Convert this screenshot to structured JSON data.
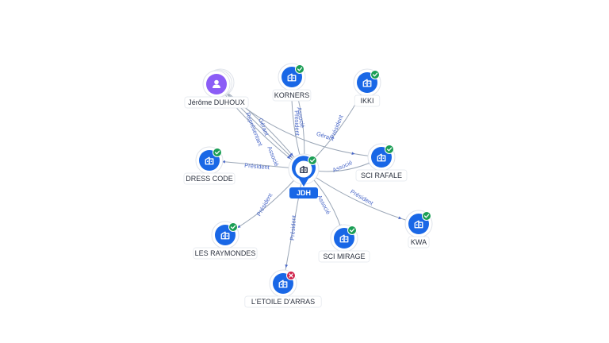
{
  "center": {
    "id": "jdh",
    "label": "JDH",
    "icon": "building-icon",
    "status": "active"
  },
  "nodes": [
    {
      "id": "jerome",
      "label": "Jérôme DUHOUX",
      "type": "person",
      "icon": "person-icon",
      "status": "none"
    },
    {
      "id": "korners",
      "label": "KORNERS",
      "type": "company",
      "icon": "building-icon",
      "status": "active"
    },
    {
      "id": "ikki",
      "label": "IKKI",
      "type": "company",
      "icon": "building-icon",
      "status": "active"
    },
    {
      "id": "scirafale",
      "label": "SCI RAFALE",
      "type": "company",
      "icon": "building-icon",
      "status": "active"
    },
    {
      "id": "dresscode",
      "label": "DRESS CODE",
      "type": "company",
      "icon": "building-icon",
      "status": "active"
    },
    {
      "id": "kwa",
      "label": "KWA",
      "type": "company",
      "icon": "building-icon",
      "status": "active"
    },
    {
      "id": "lesraymondes",
      "label": "LES RAYMONDES",
      "type": "company",
      "icon": "building-icon",
      "status": "active"
    },
    {
      "id": "scimirage",
      "label": "SCI MIRAGE",
      "type": "company",
      "icon": "building-icon",
      "status": "active"
    },
    {
      "id": "letoile",
      "label": "L'ETOILE D'ARRAS",
      "type": "company",
      "icon": "building-icon",
      "status": "closed"
    }
  ],
  "edges": [
    {
      "id": "e1",
      "source": "jerome",
      "target": "jdh",
      "label": "Gérant"
    },
    {
      "id": "e2",
      "source": "jerome",
      "target": "jdh",
      "label": "Représentant"
    },
    {
      "id": "e3",
      "source": "jerome",
      "target": "jdh",
      "label": "Associé"
    },
    {
      "id": "e4",
      "source": "jerome",
      "target": "scirafale",
      "label": "Gérant"
    },
    {
      "id": "e5",
      "source": "jdh",
      "target": "korners",
      "label": "Président"
    },
    {
      "id": "e6",
      "source": "jdh",
      "target": "korners",
      "label": "Associé"
    },
    {
      "id": "e7",
      "source": "jdh",
      "target": "ikki",
      "label": "Président"
    },
    {
      "id": "e8",
      "source": "jdh",
      "target": "scirafale",
      "label": "Associé"
    },
    {
      "id": "e9",
      "source": "jdh",
      "target": "dresscode",
      "label": "Président"
    },
    {
      "id": "e10",
      "source": "jdh",
      "target": "kwa",
      "label": "Président"
    },
    {
      "id": "e11",
      "source": "jdh",
      "target": "lesraymondes",
      "label": "Président"
    },
    {
      "id": "e12",
      "source": "jdh",
      "target": "scimirage",
      "label": "Associé"
    },
    {
      "id": "e13",
      "source": "jdh",
      "target": "letoile",
      "label": "Président"
    }
  ],
  "colors": {
    "company_node": "#1967e6",
    "person_node": "#8b5cf6",
    "status_active": "#1b9e55",
    "status_closed": "#d0244b",
    "edge_line": "#9aa6b6",
    "edge_label": "#4a68c8",
    "center_pill": "#1967e6"
  }
}
